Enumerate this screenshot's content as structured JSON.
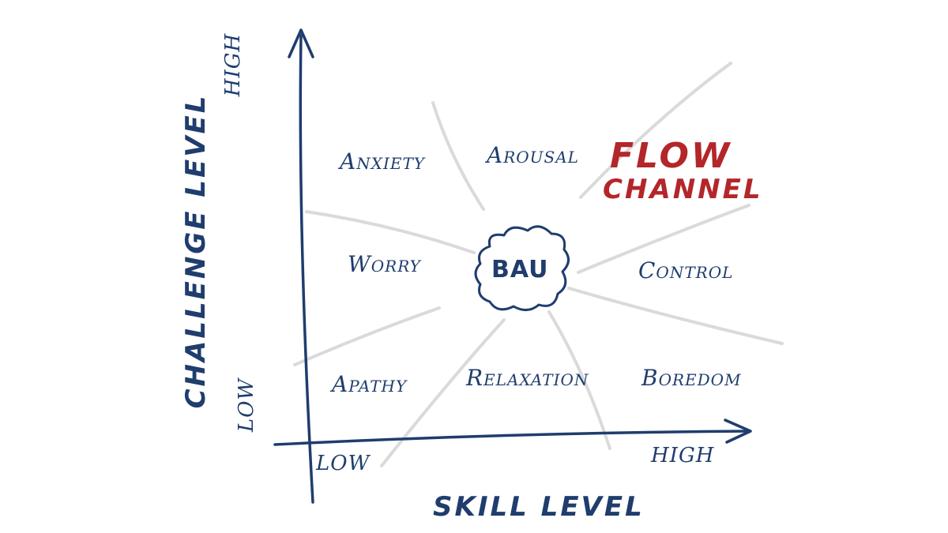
{
  "axes": {
    "y_title": "CHALLENGE LEVEL",
    "y_high": "HIGH",
    "y_low": "LOW",
    "x_title": "SKILL LEVEL",
    "x_low": "LOW",
    "x_high": "HIGH"
  },
  "states": {
    "anxiety": "Anxiety",
    "arousal": "Arousal",
    "flow_line1": "FLOW",
    "flow_line2": "CHANNEL",
    "worry": "Worry",
    "center": "BAU",
    "control": "Control",
    "apathy": "Apathy",
    "relaxation": "Relaxation",
    "boredom": "Boredom"
  },
  "colors": {
    "ink": "#1f3d6d",
    "flow": "#b3262a",
    "rays": "#dadada"
  }
}
